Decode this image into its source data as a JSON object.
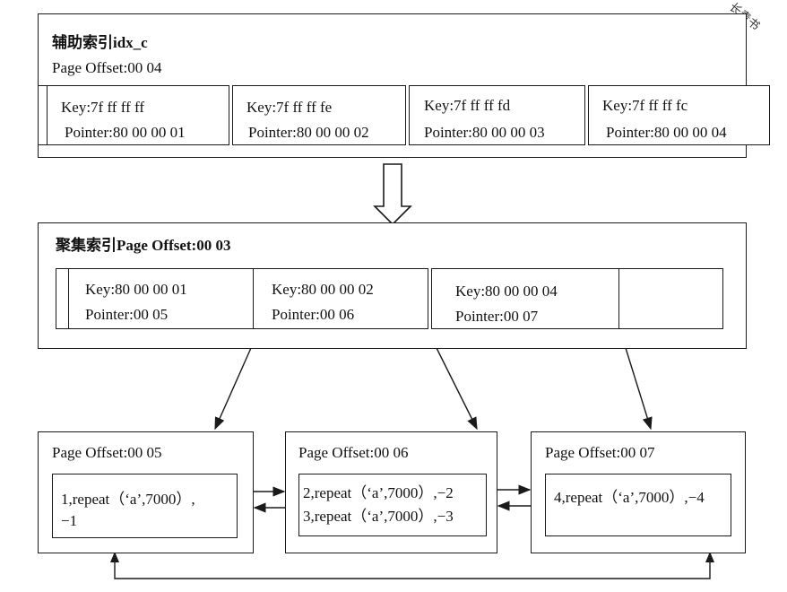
{
  "secondary_index": {
    "title": "辅助索引idx_c",
    "offset": "Page Offset:00 04",
    "entries": [
      {
        "key": "Key:7f ff ff ff",
        "pointer": "Pointer:80 00 00 01"
      },
      {
        "key": "Key:7f ff ff fe",
        "pointer": "Pointer:80 00 00 02"
      },
      {
        "key": "Key:7f ff ff fd",
        "pointer": "Pointer:80 00 00 03"
      },
      {
        "key": "Key:7f ff ff fc",
        "pointer": "Pointer:80 00 00 04"
      }
    ]
  },
  "clustered_index": {
    "title": "聚集索引Page Offset:00 03",
    "entries": [
      {
        "key": "Key:80 00 00 01",
        "pointer": "Pointer:00 05"
      },
      {
        "key": "Key:80 00 00 02",
        "pointer": "Pointer:00 06"
      },
      {
        "key": "Key:80 00 00 04",
        "pointer": "Pointer:00 07"
      }
    ]
  },
  "leaf_pages": [
    {
      "offset": "Page Offset:00 05",
      "rows": [
        "1,repeat（‘a’,7000）,",
        "−1"
      ]
    },
    {
      "offset": "Page Offset:00 06",
      "rows": [
        "2,repeat（‘a’,7000）,−2",
        "3,repeat（‘a’,7000）,−3"
      ]
    },
    {
      "offset": "Page Offset:00 07",
      "rows": [
        "4,repeat（‘a’,7000）,−4"
      ]
    }
  ],
  "watermark": "长青书"
}
